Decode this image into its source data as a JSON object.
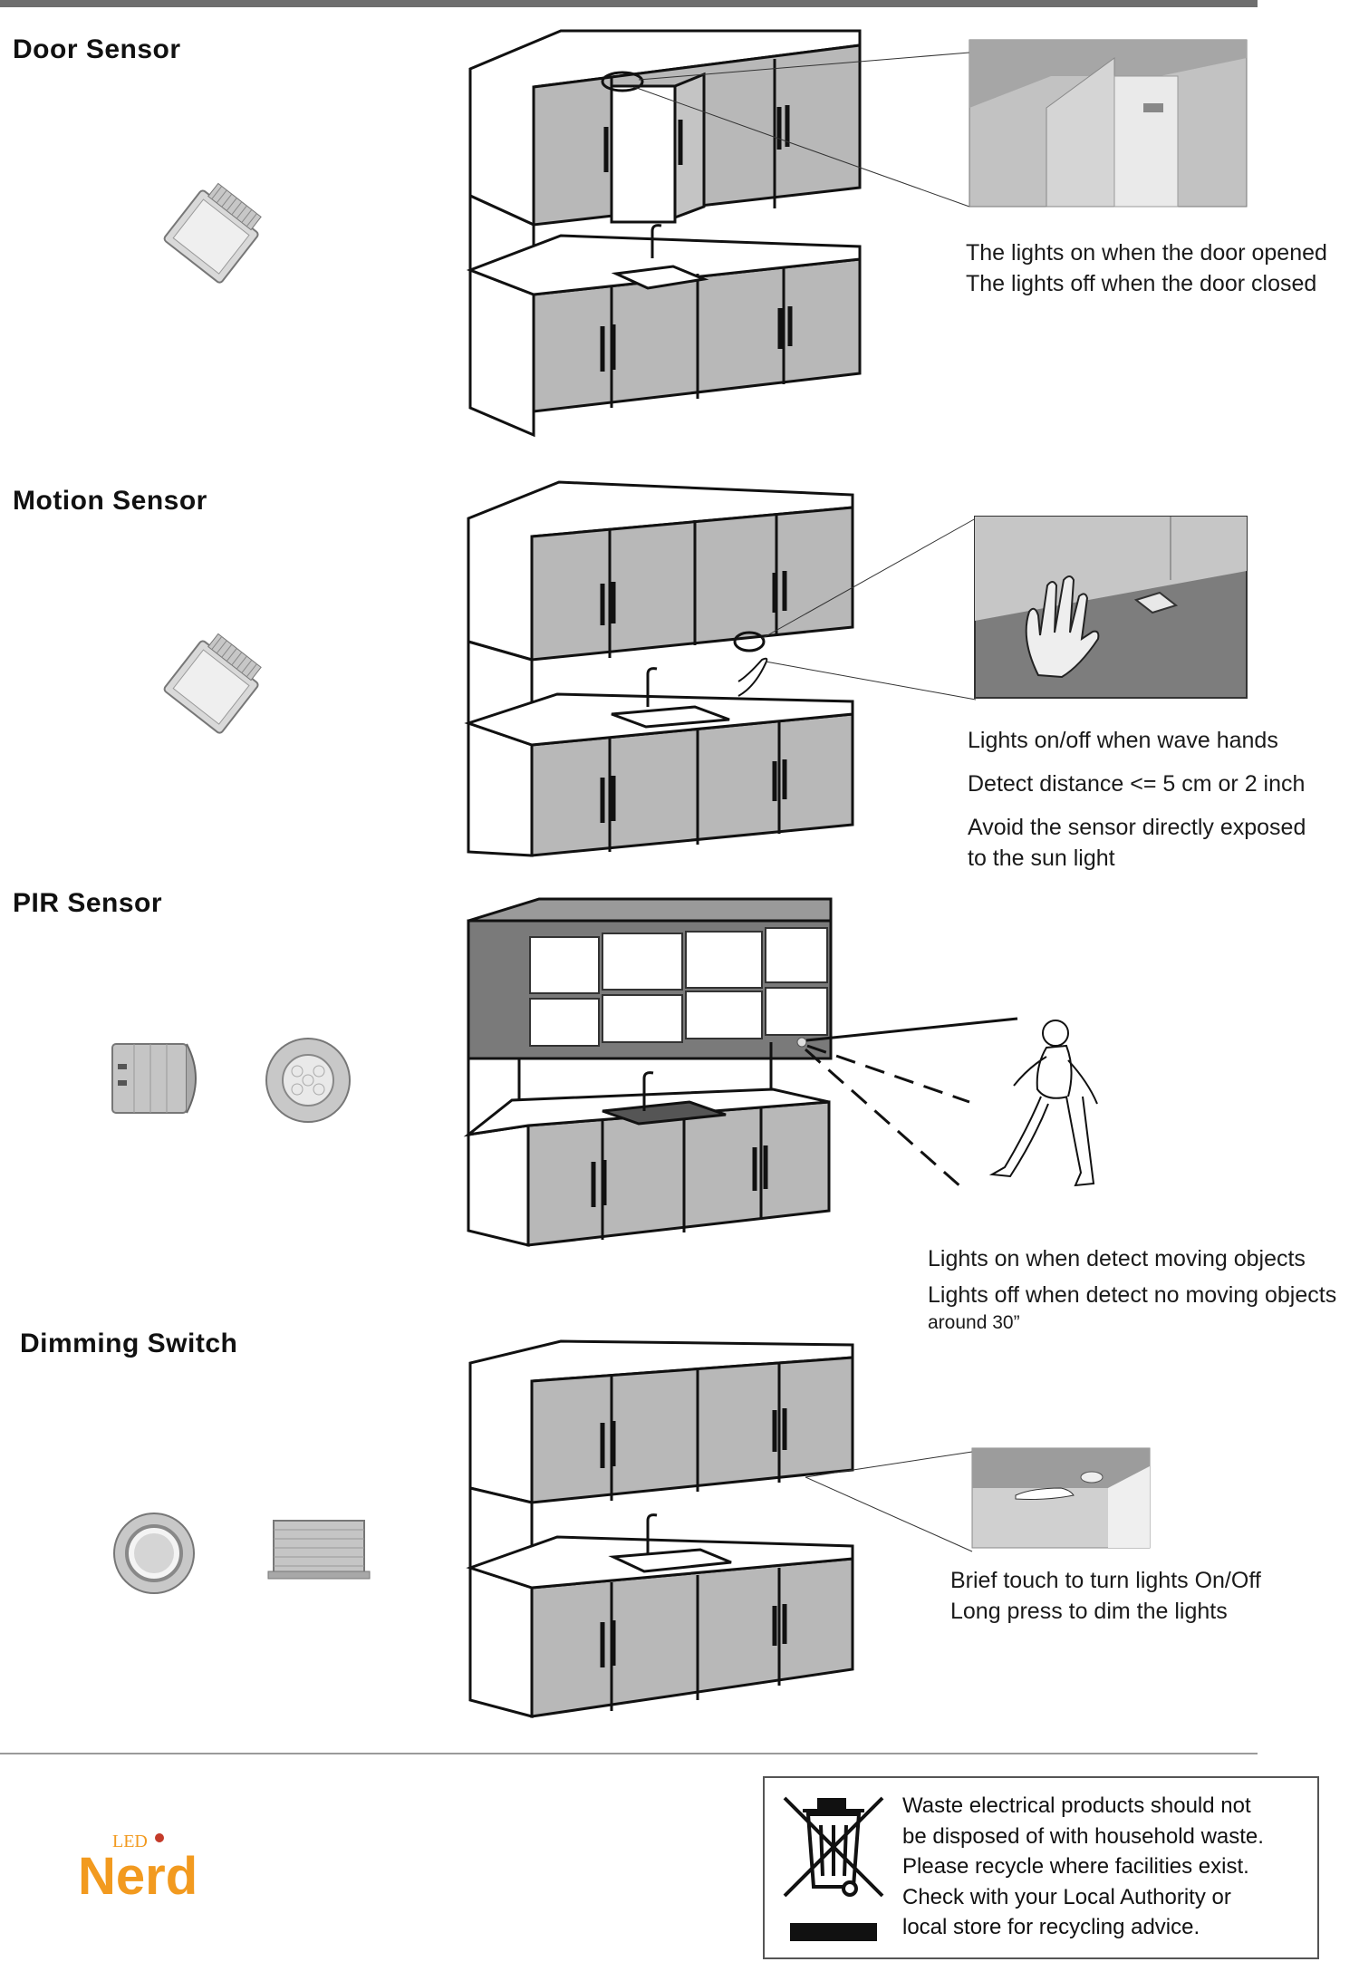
{
  "sections": [
    {
      "title": "Door Sensor",
      "lines": [
        "The lights on when the door opened",
        "The lights off when the door closed"
      ]
    },
    {
      "title": "Motion Sensor",
      "lines": [
        "Lights on/off when wave hands",
        "Detect distance  <= 5 cm or 2 inch",
        "Avoid the sensor directly exposed",
        "to the sun light"
      ]
    },
    {
      "title": "PIR Sensor",
      "lines": [
        "Lights on when detect moving objects",
        "Lights off when detect no moving objects",
        "around 30”"
      ]
    },
    {
      "title": "Dimming Switch",
      "lines": [
        "Brief touch to turn lights On/Off",
        "Long press to dim the lights"
      ]
    }
  ],
  "footer": {
    "brand_small": "LED",
    "brand_large": "Nerd",
    "weee_lines": [
      "Waste electrical products should not",
      "be disposed of with household waste.",
      "Please recycle where facilities exist.",
      "Check with your Local Authority or",
      "local store for recycling advice."
    ]
  },
  "colors": {
    "cabinet_fill": "#b8b8b8",
    "line": "#111111",
    "brand_orange": "#f29a1f",
    "rule_gray": "#6e6e6e"
  },
  "icons": [
    "door-sensor-icon",
    "motion-sensor-icon",
    "pir-sensor-icon",
    "dimming-switch-icon",
    "crossed-bin-icon"
  ]
}
